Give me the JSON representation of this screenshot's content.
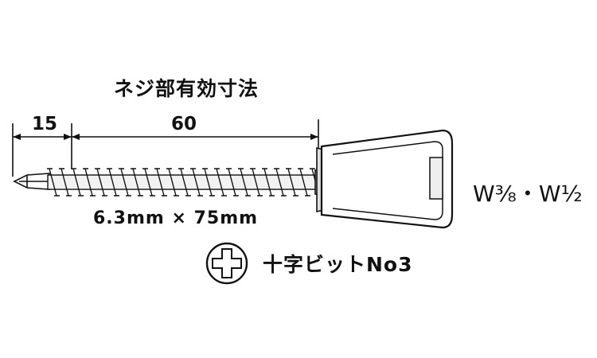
{
  "diagram": {
    "thread_length_label": "ネジ部有効寸法",
    "drill_point_length": "15",
    "thread_length": "60",
    "screw_size": "6.3mm × 75mm",
    "bit_type": "十字ビットNo3",
    "washer_size": "W⅜・W½"
  },
  "icons": {
    "bit": "phillips-cross-icon"
  }
}
